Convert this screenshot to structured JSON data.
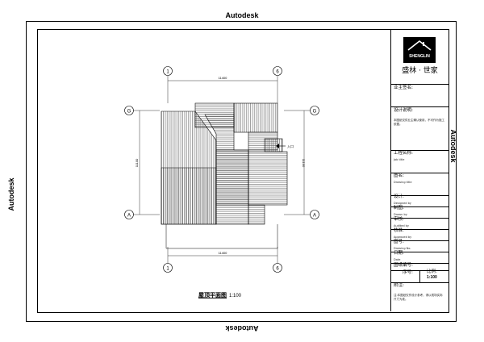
{
  "watermark": "Autodesk",
  "title_block": {
    "logo_text": "SHENGLIN",
    "company_name": "盛林 · 世家",
    "owner_label": "业主签名:",
    "design_notes_label": "设计说明:",
    "design_notes_text": "本图纸仅供业主确认使用，不可作为施工依据。",
    "project_label": "工程名称:",
    "project_sub": "Job title",
    "drawing_name_label": "图名:",
    "drawing_name_sub": "Drawing title",
    "designer_label": "设计:",
    "designer_sub": "Designed by",
    "drawn_label": "制图:",
    "drawn_sub": "Drawn by",
    "checked_label": "审核:",
    "checked_sub": "Audited by",
    "approved_label": "核准:",
    "approved_sub": "Approved by",
    "sheet_label": "图号:",
    "sheet_sub": "Drawing No.",
    "date_label": "日期:",
    "date_sub": "Date",
    "drawing_no_label": "图纸编号:",
    "seq_label": "序号:",
    "scale_label": "比例:",
    "scale_value": "1:100",
    "remark_label": "附注:",
    "remark_text": "注:本图纸仅作设计参考，请以现场实际尺寸为准。"
  },
  "plan": {
    "grid_top_left": "1",
    "grid_top_right": "6",
    "grid_left_top": "G",
    "grid_left_bottom": "A",
    "grid_right_top": "G",
    "grid_right_bottom": "A",
    "dim_top": "11400",
    "dim_bottom": "11400",
    "dim_left": "11100",
    "dim_right": "11100",
    "entry_label": "入口",
    "title": "屋顶平面图",
    "scale": "1:100"
  }
}
